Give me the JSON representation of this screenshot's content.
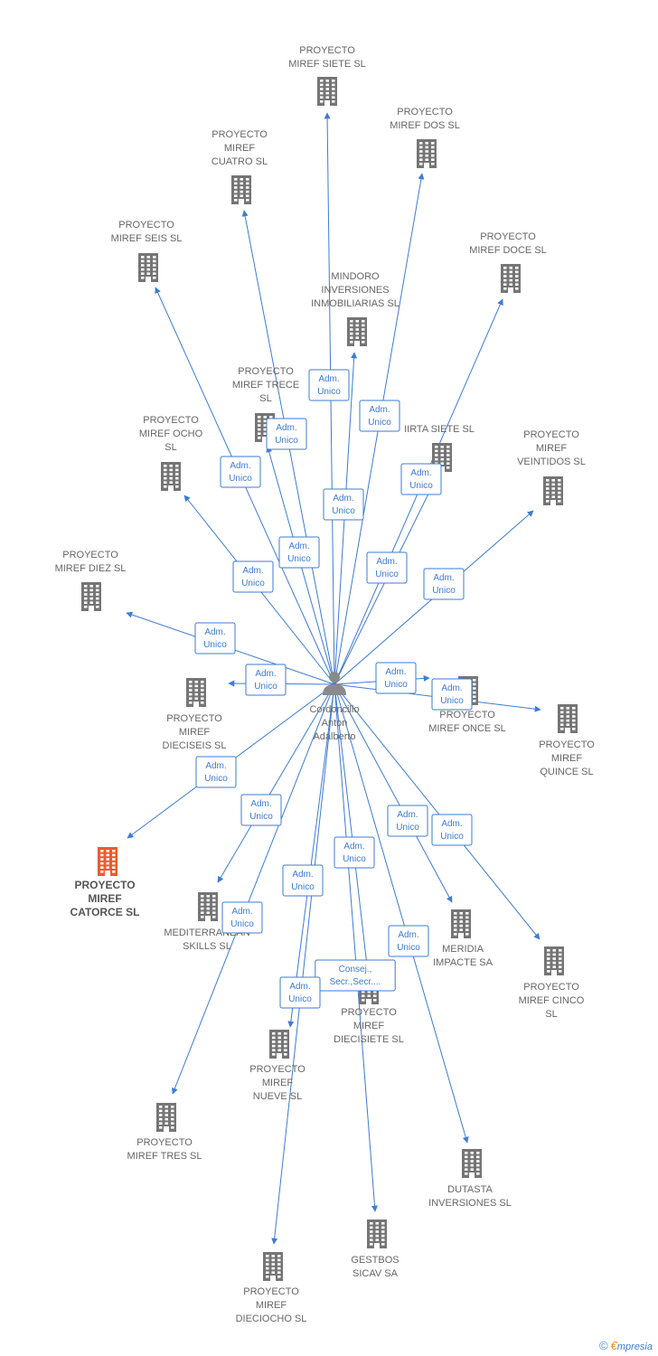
{
  "colors": {
    "edge": "#3d7bd6",
    "building": "#757575",
    "highlight": "#f05a28",
    "person": "#8a8a8a"
  },
  "center": {
    "lines": [
      "Cordoncillo",
      "Anton",
      "Adalberto"
    ]
  },
  "nodes": [
    {
      "id": "siete",
      "lines": [
        "PROYECTO",
        "MIREF SIETE  SL"
      ]
    },
    {
      "id": "dos",
      "lines": [
        "PROYECTO",
        "MIREF DOS  SL"
      ]
    },
    {
      "id": "cuatro",
      "lines": [
        "PROYECTO",
        "MIREF",
        "CUATRO  SL"
      ]
    },
    {
      "id": "seis",
      "lines": [
        "PROYECTO",
        "MIREF SEIS  SL"
      ]
    },
    {
      "id": "doce",
      "lines": [
        "PROYECTO",
        "MIREF DOCE  SL"
      ]
    },
    {
      "id": "mindoro",
      "lines": [
        "MINDORO",
        "INVERSIONES",
        "INMOBILIARIAS SL"
      ]
    },
    {
      "id": "trece",
      "lines": [
        "PROYECTO",
        "MIREF TRECE",
        "SL"
      ]
    },
    {
      "id": "ocho",
      "lines": [
        "PROYECTO",
        "MIREF OCHO",
        "SL"
      ]
    },
    {
      "id": "iirta",
      "lines": [
        "IIRTA SIETE SL"
      ]
    },
    {
      "id": "veintidos",
      "lines": [
        "PROYECTO",
        "MIREF",
        "VEINTIDOS  SL"
      ]
    },
    {
      "id": "diez",
      "lines": [
        "PROYECTO",
        "MIREF DIEZ  SL"
      ]
    },
    {
      "id": "dieciseis",
      "lines": [
        "PROYECTO",
        "MIREF",
        "DIECISEIS  SL"
      ]
    },
    {
      "id": "once",
      "lines": [
        "PROYECTO",
        "MIREF ONCE  SL"
      ]
    },
    {
      "id": "quince",
      "lines": [
        "PROYECTO",
        "MIREF",
        "QUINCE  SL"
      ]
    },
    {
      "id": "catorce",
      "lines": [
        "PROYECTO",
        "MIREF",
        "CATORCE  SL"
      ],
      "highlight": true
    },
    {
      "id": "mediterranean",
      "lines": [
        "MEDITERRANEAN",
        "SKILLS  SL"
      ]
    },
    {
      "id": "meridia",
      "lines": [
        "MERIDIA",
        "IMPACTE SA"
      ]
    },
    {
      "id": "cinco",
      "lines": [
        "PROYECTO",
        "MIREF CINCO",
        "SL"
      ]
    },
    {
      "id": "diecisiete",
      "lines": [
        "PROYECTO",
        "MIREF",
        "DIECISIETE  SL"
      ]
    },
    {
      "id": "nueve",
      "lines": [
        "PROYECTO",
        "MIREF",
        "NUEVE  SL"
      ]
    },
    {
      "id": "tres",
      "lines": [
        "PROYECTO",
        "MIREF TRES  SL"
      ]
    },
    {
      "id": "dutasta",
      "lines": [
        "DUTASTA",
        "INVERSIONES SL"
      ]
    },
    {
      "id": "gestbos",
      "lines": [
        "GESTBOS",
        "SICAV SA"
      ]
    },
    {
      "id": "dieciocho",
      "lines": [
        "PROYECTO",
        "MIREF",
        "DIECIOCHO  SL"
      ]
    }
  ],
  "edges": [
    {
      "to": "siete",
      "lines": [
        "Adm.",
        "Unico"
      ]
    },
    {
      "to": "dos",
      "lines": [
        "Adm.",
        "Unico"
      ]
    },
    {
      "to": "cuatro",
      "lines": [
        "Adm.",
        "Unico"
      ]
    },
    {
      "to": "seis",
      "lines": [
        "Adm.",
        "Unico"
      ]
    },
    {
      "to": "doce",
      "lines": [
        "Adm.",
        "Unico"
      ]
    },
    {
      "to": "mindoro",
      "lines": [
        "Adm.",
        "Unico"
      ]
    },
    {
      "to": "trece",
      "lines": [
        "Adm.",
        "Unico"
      ]
    },
    {
      "to": "ocho",
      "lines": [
        "Adm.",
        "Unico"
      ]
    },
    {
      "to": "iirta",
      "lines": [
        "Adm.",
        "Unico"
      ]
    },
    {
      "to": "veintidos",
      "lines": [
        "Adm.",
        "Unico"
      ]
    },
    {
      "to": "diez",
      "lines": [
        "Adm.",
        "Unico"
      ]
    },
    {
      "to": "dieciseis",
      "lines": [
        "Adm.",
        "Unico"
      ]
    },
    {
      "to": "once",
      "lines": [
        "Adm.",
        "Unico"
      ]
    },
    {
      "to": "quince",
      "lines": [
        "Adm.",
        "Unico"
      ]
    },
    {
      "to": "catorce",
      "lines": [
        "Adm.",
        "Unico"
      ]
    },
    {
      "to": "mediterranean",
      "lines": [
        "Adm.",
        "Unico"
      ]
    },
    {
      "to": "meridia",
      "lines": [
        "Adm.",
        "Unico"
      ]
    },
    {
      "to": "cinco",
      "lines": [
        "Adm.",
        "Unico"
      ]
    },
    {
      "to": "diecisiete",
      "lines": [
        "Consej.,",
        "Secr.,Secr...."
      ]
    },
    {
      "to": "nueve",
      "lines": [
        "Adm.",
        "Unico"
      ]
    },
    {
      "to": "tres",
      "lines": [
        "Adm.",
        "Unico"
      ]
    },
    {
      "to": "dutasta",
      "lines": [
        "Adm.",
        "Unico"
      ]
    },
    {
      "to": "gestbos",
      "lines": [
        "Adm.",
        "Unico"
      ]
    },
    {
      "to": "dieciocho",
      "lines": [
        "Adm.",
        "Unico"
      ]
    }
  ],
  "footer": {
    "copyright": "©",
    "brand_initial": "€",
    "brand_rest": "mpresia"
  }
}
